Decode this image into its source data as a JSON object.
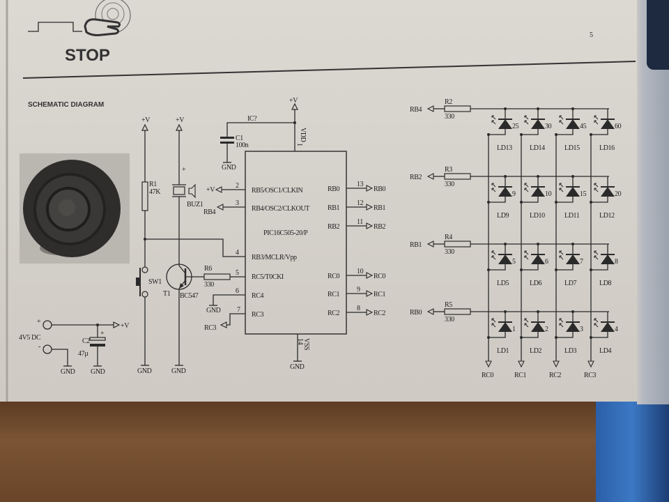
{
  "header": {
    "stop_label": "STOP",
    "page_number": "5"
  },
  "section_title": "SCHEMATIC DIAGRAM",
  "power": {
    "supply": "4V5 DC",
    "plus": "+",
    "minus": "-",
    "vplus": "+V",
    "gnd": "GND",
    "c2_name": "C2",
    "c2_value": "47µ",
    "c2_plus": "+"
  },
  "left": {
    "r1_name": "R1",
    "r1_value": "47K",
    "vplus": "+V",
    "buzzer_name": "BUZ1",
    "buzzer_plus": "+",
    "sw_name": "SW1",
    "t_name": "T1",
    "t_type": "BC547",
    "r6_name": "R6",
    "r6_value": "330",
    "gnd": "GND"
  },
  "ic": {
    "ref": "IC?",
    "part": "PIC16C505-20/P",
    "vplus": "+V",
    "gnd": "GND",
    "c1_name": "C1",
    "c1_value": "100n",
    "vdd": "VDD",
    "vdd_pin": "1",
    "vss": "VSS",
    "vss_pin": "14",
    "left_pins": [
      {
        "num": "2",
        "name": "RB5/OSC1/CLKIN",
        "net": "+V"
      },
      {
        "num": "3",
        "name": "RB4/OSC2/CLKOUT",
        "net": "RB4"
      },
      {
        "num": "4",
        "name": "RB3/MCLR/Vpp",
        "net": ""
      },
      {
        "num": "5",
        "name": "RC5/T0CKI",
        "net": ""
      },
      {
        "num": "6",
        "name": "RC4",
        "net": "GND"
      },
      {
        "num": "7",
        "name": "RC3",
        "net": "RC3"
      }
    ],
    "right_pins": [
      {
        "num": "13",
        "name": "RB0",
        "net": "RB0"
      },
      {
        "num": "12",
        "name": "RB1",
        "net": "RB1"
      },
      {
        "num": "11",
        "name": "RB2",
        "net": "RB2"
      },
      {
        "num": "10",
        "name": "RC0",
        "net": "RC0"
      },
      {
        "num": "9",
        "name": "RC1",
        "net": "RC1"
      },
      {
        "num": "8",
        "name": "RC2",
        "net": "RC2"
      }
    ]
  },
  "matrix": {
    "columns": [
      "RC0",
      "RC1",
      "RC2",
      "RC3"
    ],
    "rows": [
      {
        "port": "RB4",
        "resistor": "R2",
        "value": "330",
        "leds": [
          {
            "name": "LD13",
            "num": "25"
          },
          {
            "name": "LD14",
            "num": "30"
          },
          {
            "name": "LD15",
            "num": "45"
          },
          {
            "name": "LD16",
            "num": "60"
          }
        ]
      },
      {
        "port": "RB2",
        "resistor": "R3",
        "value": "330",
        "leds": [
          {
            "name": "LD9",
            "num": "9"
          },
          {
            "name": "LD10",
            "num": "10"
          },
          {
            "name": "LD11",
            "num": "15"
          },
          {
            "name": "LD12",
            "num": "20"
          }
        ]
      },
      {
        "port": "RB1",
        "resistor": "R4",
        "value": "330",
        "leds": [
          {
            "name": "LD5",
            "num": "5"
          },
          {
            "name": "LD6",
            "num": "6"
          },
          {
            "name": "LD7",
            "num": "7"
          },
          {
            "name": "LD8",
            "num": "8"
          }
        ]
      },
      {
        "port": "RB0",
        "resistor": "R5",
        "value": "330",
        "leds": [
          {
            "name": "LD1",
            "num": "1"
          },
          {
            "name": "LD2",
            "num": "2"
          },
          {
            "name": "LD3",
            "num": "3"
          },
          {
            "name": "LD4",
            "num": "4"
          }
        ]
      }
    ]
  },
  "colors": {
    "paper": "#d6d2cc",
    "ink": "#2a2a2a",
    "wood": "#6e4b2f",
    "blue": "#2b5fa8"
  }
}
